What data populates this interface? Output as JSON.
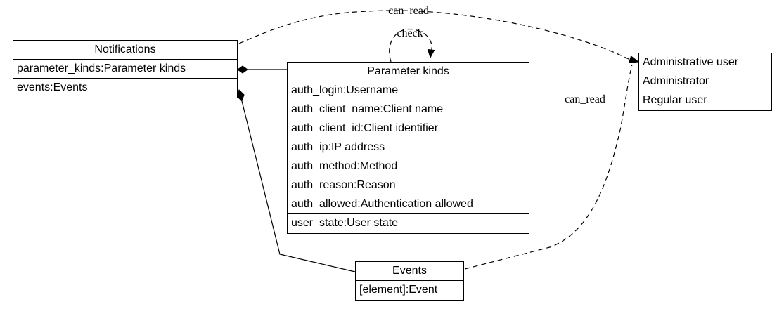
{
  "diagram": {
    "colors": {
      "line": "#000000",
      "background": "#ffffff"
    },
    "nodes": {
      "notifications": {
        "title": "Notifications",
        "rows": [
          "parameter_kinds:Parameter kinds",
          "events:Events"
        ]
      },
      "parameter_kinds": {
        "title": "Parameter kinds",
        "rows": [
          "auth_login:Username",
          "auth_client_name:Client name",
          "auth_client_id:Client identifier",
          "auth_ip:IP address",
          "auth_method:Method",
          "auth_reason:Reason",
          "auth_allowed:Authentication allowed",
          "user_state:User state"
        ]
      },
      "administrative_user": {
        "title": "Administrative user",
        "rows": [
          "Administrator",
          "Regular user"
        ]
      },
      "events": {
        "title": "Events",
        "rows": [
          "[element]:Event"
        ]
      }
    },
    "edges": {
      "can_read_top": {
        "label": "can_read",
        "style": "dashed"
      },
      "check": {
        "label": "check",
        "style": "dashed"
      },
      "can_read_bottom": {
        "label": "can_read",
        "style": "dashed"
      },
      "notifications_parameter_kinds": {
        "label": "",
        "style": "solid-diamond"
      },
      "notifications_events": {
        "label": "",
        "style": "solid-diamond"
      }
    }
  }
}
